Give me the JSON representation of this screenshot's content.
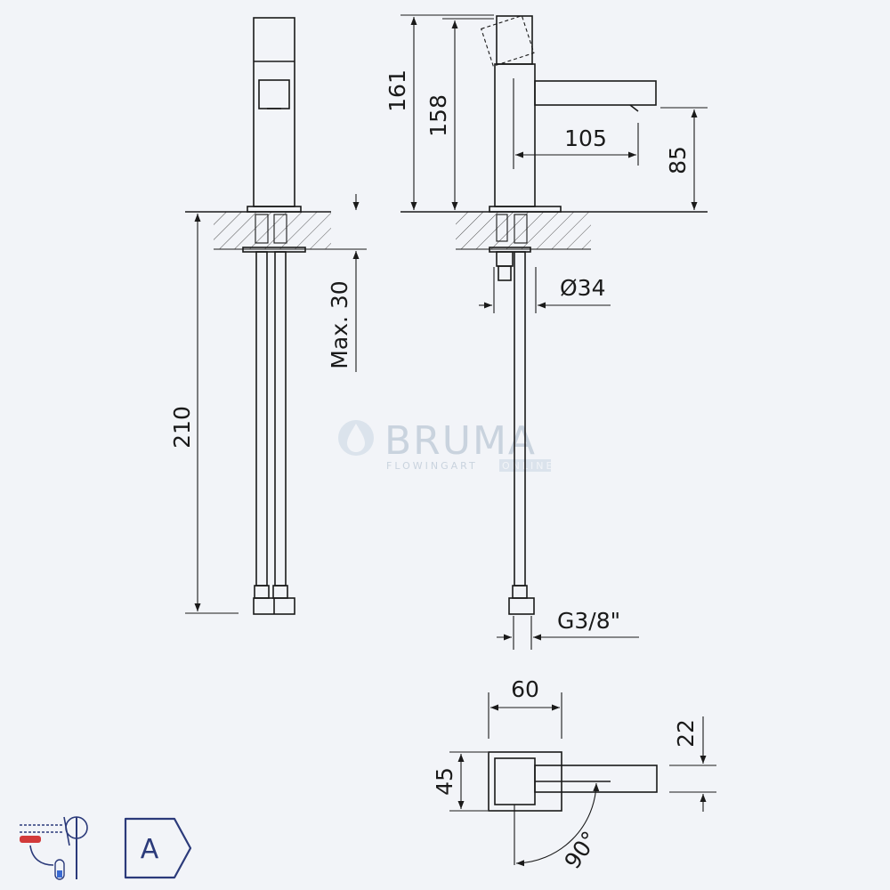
{
  "dimensions": {
    "d161": "161",
    "d158": "158",
    "d105": "105",
    "d85": "85",
    "d210": "210",
    "max30": "Max. 30",
    "dia34": "Ø34",
    "g38": "G3/8\"",
    "d60": "60",
    "d45": "45",
    "d22": "22",
    "angle90": "90°"
  },
  "watermark": {
    "brand": "BRUMA",
    "tagline": "FLOWINGART",
    "tagline_suffix": "ONLINE"
  },
  "energy_badge": {
    "label": "A"
  },
  "icons": {
    "hot_cold_icon": "hot-cold-water-icon",
    "energy_class_icon": "energy-class-badge"
  },
  "colors": {
    "background": "#f2f4f8",
    "line": "#1a1a1a",
    "watermark": "#c9d3de",
    "badge": "#2b3a7a",
    "hot": "#d23a3a",
    "cold": "#3a6ad2"
  }
}
